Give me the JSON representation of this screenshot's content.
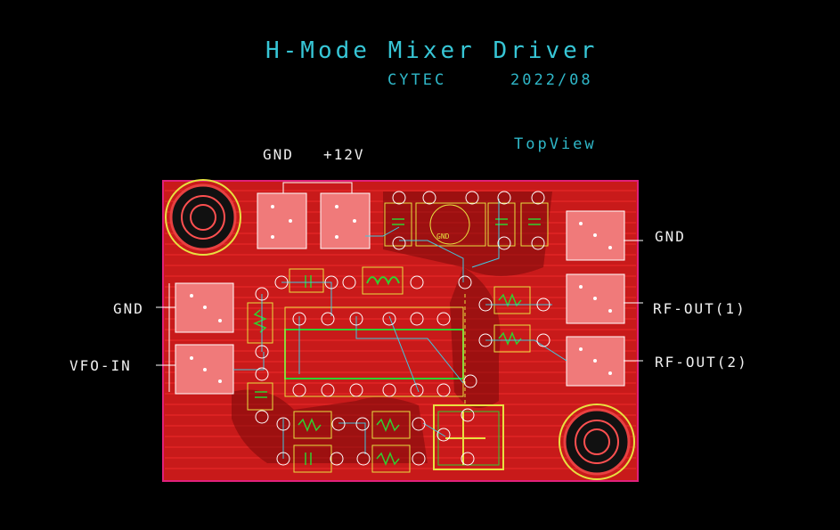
{
  "header": {
    "title": "H-Mode Mixer Driver",
    "brand": "CYTEC",
    "date": "2022/08",
    "view": "TopView"
  },
  "labels": {
    "top_gnd": "GND",
    "top_12v": "+12V",
    "left_gnd": "GND",
    "vfo_in": "VFO-IN",
    "right_gnd": "GND",
    "rf_out_1": "RF-OUT(1)",
    "rf_out_2": "RF-OUT(2)"
  },
  "silk": {
    "gnd_chip": "GND"
  },
  "colors": {
    "board_bg": "#d01818",
    "outline": "#e0207a",
    "pad": "#f07a7a",
    "silk_yellow": "#e8e040",
    "silk_cyan": "#40c8e0",
    "silk_green": "#30d030"
  }
}
